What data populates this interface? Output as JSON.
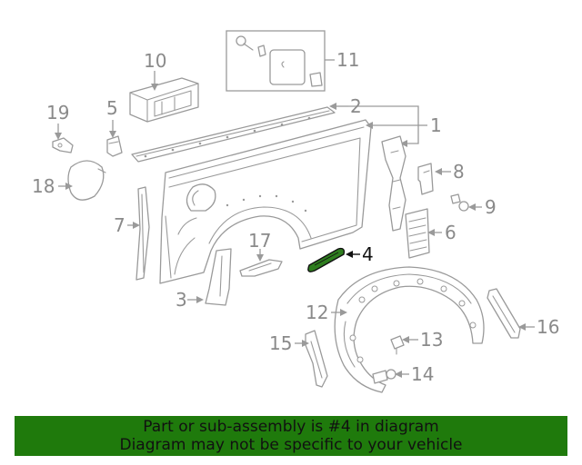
{
  "callouts": {
    "c1": "1",
    "c2": "2",
    "c3": "3",
    "c4": "4",
    "c5": "5",
    "c6": "6",
    "c7": "7",
    "c8": "8",
    "c9": "9",
    "c10": "10",
    "c11": "11",
    "c12": "12",
    "c13": "13",
    "c14": "14",
    "c15": "15",
    "c16": "16",
    "c17": "17",
    "c18": "18",
    "c19": "19"
  },
  "highlighted_part": "4",
  "colors": {
    "highlight_part": "#2e7d1e",
    "banner_bg": "#1f7a0c",
    "line": "#9a9a9a"
  },
  "banner": {
    "line1": "Part or sub-assembly is #4 in diagram",
    "line2": "Diagram may not be specific to your vehicle"
  }
}
